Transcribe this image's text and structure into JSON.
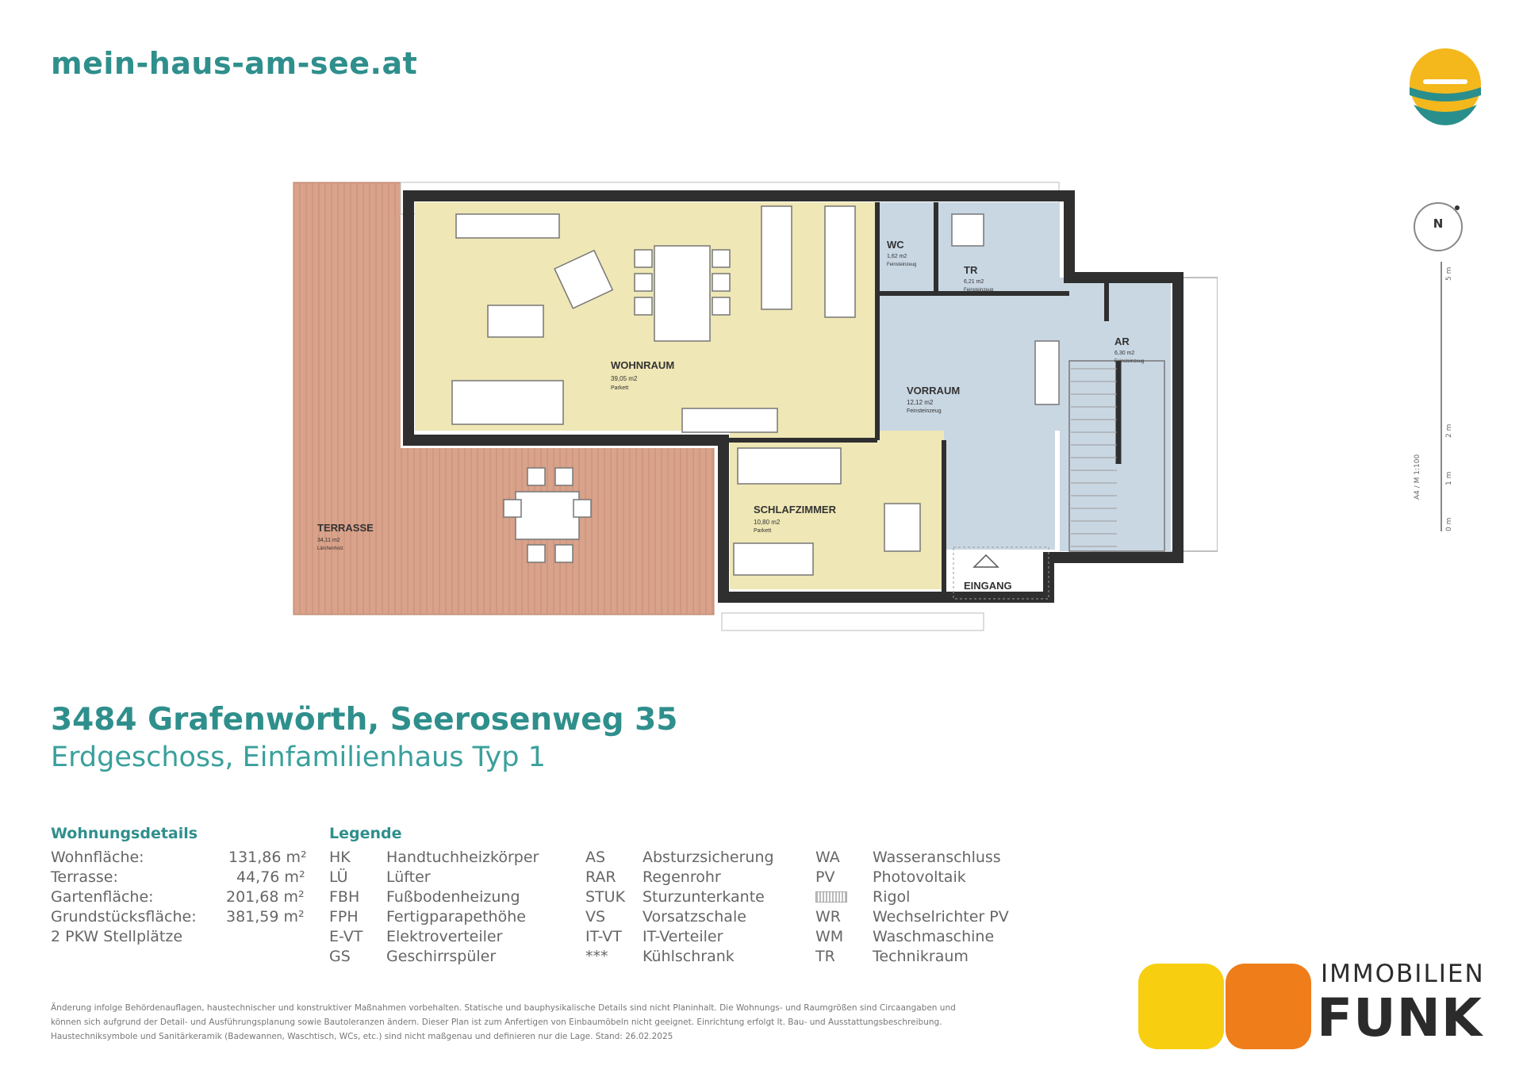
{
  "header": {
    "site_url": "mein-haus-am-see.at"
  },
  "address": {
    "title": "3484 Grafenwörth, Seerosenweg 35",
    "subtitle": "Erdgeschoss, Einfamilienhaus Typ 1"
  },
  "plan": {
    "rooms": [
      {
        "name": "WOHNRAUM",
        "area": "39,05 m2",
        "floor": "Parkett"
      },
      {
        "name": "SCHLAFZIMMER",
        "area": "10,80 m2",
        "floor": "Parkett"
      },
      {
        "name": "VORRAUM",
        "area": "12,12 m2",
        "floor": "Feinsteinzeug"
      },
      {
        "name": "WC",
        "area": "1,62 m2",
        "floor": "Feinsteinzeug"
      },
      {
        "name": "TR",
        "area": "6,21 m2",
        "floor": "Feinsteinzeug"
      },
      {
        "name": "AR",
        "area": "6,30 m2",
        "floor": "Feinsteinzeug"
      },
      {
        "name": "TERRASSE",
        "area": "34,11 m2",
        "floor": "Lärchenholz"
      }
    ],
    "entrance_label": "EINGANG",
    "compass_label": "N",
    "scale_label": "A4 / M 1:100",
    "scale_ticks": [
      "0 m",
      "1 m",
      "2 m",
      "5 m"
    ]
  },
  "details": {
    "heading": "Wohnungsdetails",
    "rows": [
      {
        "label": "Wohnfläche:",
        "value": "131,86 m²"
      },
      {
        "label": "Terrasse:",
        "value": "44,76 m²"
      },
      {
        "label": "Gartenfläche:",
        "value": "201,68 m²"
      },
      {
        "label": "Grundstücksfläche:",
        "value": "381,59 m²"
      },
      {
        "label": "2 PKW Stellplätze",
        "value": ""
      }
    ]
  },
  "legend": {
    "heading": "Legende",
    "col1": [
      {
        "abbr": "HK",
        "text": "Handtuchheizkörper"
      },
      {
        "abbr": "LÜ",
        "text": "Lüfter"
      },
      {
        "abbr": "FBH",
        "text": "Fußbodenheizung"
      },
      {
        "abbr": "FPH",
        "text": "Fertigparapethöhe"
      },
      {
        "abbr": "E-VT",
        "text": "Elektroverteiler"
      },
      {
        "abbr": "GS",
        "text": "Geschirrspüler"
      }
    ],
    "col2": [
      {
        "abbr": "AS",
        "text": "Absturzsicherung"
      },
      {
        "abbr": "RAR",
        "text": "Regenrohr"
      },
      {
        "abbr": "STUK",
        "text": "Sturzunterkante"
      },
      {
        "abbr": "VS",
        "text": "Vorsatzschale"
      },
      {
        "abbr": "IT-VT",
        "text": "IT-Verteiler"
      },
      {
        "abbr": "***",
        "text": "Kühlschrank"
      }
    ],
    "col3": [
      {
        "abbr": "WA",
        "text": "Wasseranschluss"
      },
      {
        "abbr": "PV",
        "text": "Photovoltaik"
      },
      {
        "abbr": "",
        "text": "Rigol"
      },
      {
        "abbr": "WR",
        "text": "Wechselrichter PV"
      },
      {
        "abbr": "WM",
        "text": "Waschmaschine"
      },
      {
        "abbr": "TR",
        "text": "Technikraum"
      }
    ]
  },
  "disclaimer": "Änderung infolge Behördenauflagen, haustechnischer und konstruktiver Maßnahmen vorbehalten. Statische und bauphysikalische Details sind nicht Planinhalt. Die Wohnungs- und Raumgrößen sind Circaangaben und können sich aufgrund der Detail- und Ausführungsplanung sowie Bautoleranzen ändern. Dieser Plan ist zum Anfertigen von Einbaumöbeln nicht geeignet. Einrichtung erfolgt lt. Bau- und Ausstattungsbeschreibung. Haustechniksymbole und Sanitärkeramik (Badewannen, Waschtisch, WCs, etc.) sind nicht maßgenau und definieren nur die Lage. Stand: 26.02.2025",
  "brand": {
    "line1": "IMMOBILIEN",
    "line2": "FUNK"
  },
  "colors": {
    "accent": "#2f8f8c",
    "living": "#efe7b5",
    "service": "#c9d7e3",
    "terrace": "#d9a28a",
    "yellow": "#f7cf10",
    "orange": "#ee7d1a"
  }
}
